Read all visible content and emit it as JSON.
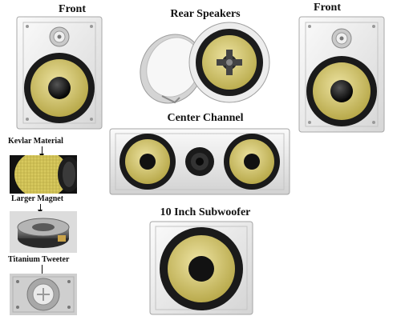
{
  "labels": {
    "front_left": "Front",
    "rear_speakers": "Rear Speakers",
    "front_right": "Front",
    "center_channel": "Center Channel",
    "subwoofer": "10 Inch Subwoofer",
    "kevlar_material": "Kevlar Material",
    "larger_magnet": "Larger Magnet",
    "titanium_tweeter": "Titanium Tweeter"
  },
  "colors": {
    "cone": "#d9cc6e",
    "surround": "#1e1e1e",
    "frame": "#f1f1f1",
    "dust_cap": "#111111",
    "label_text": "#111111"
  }
}
